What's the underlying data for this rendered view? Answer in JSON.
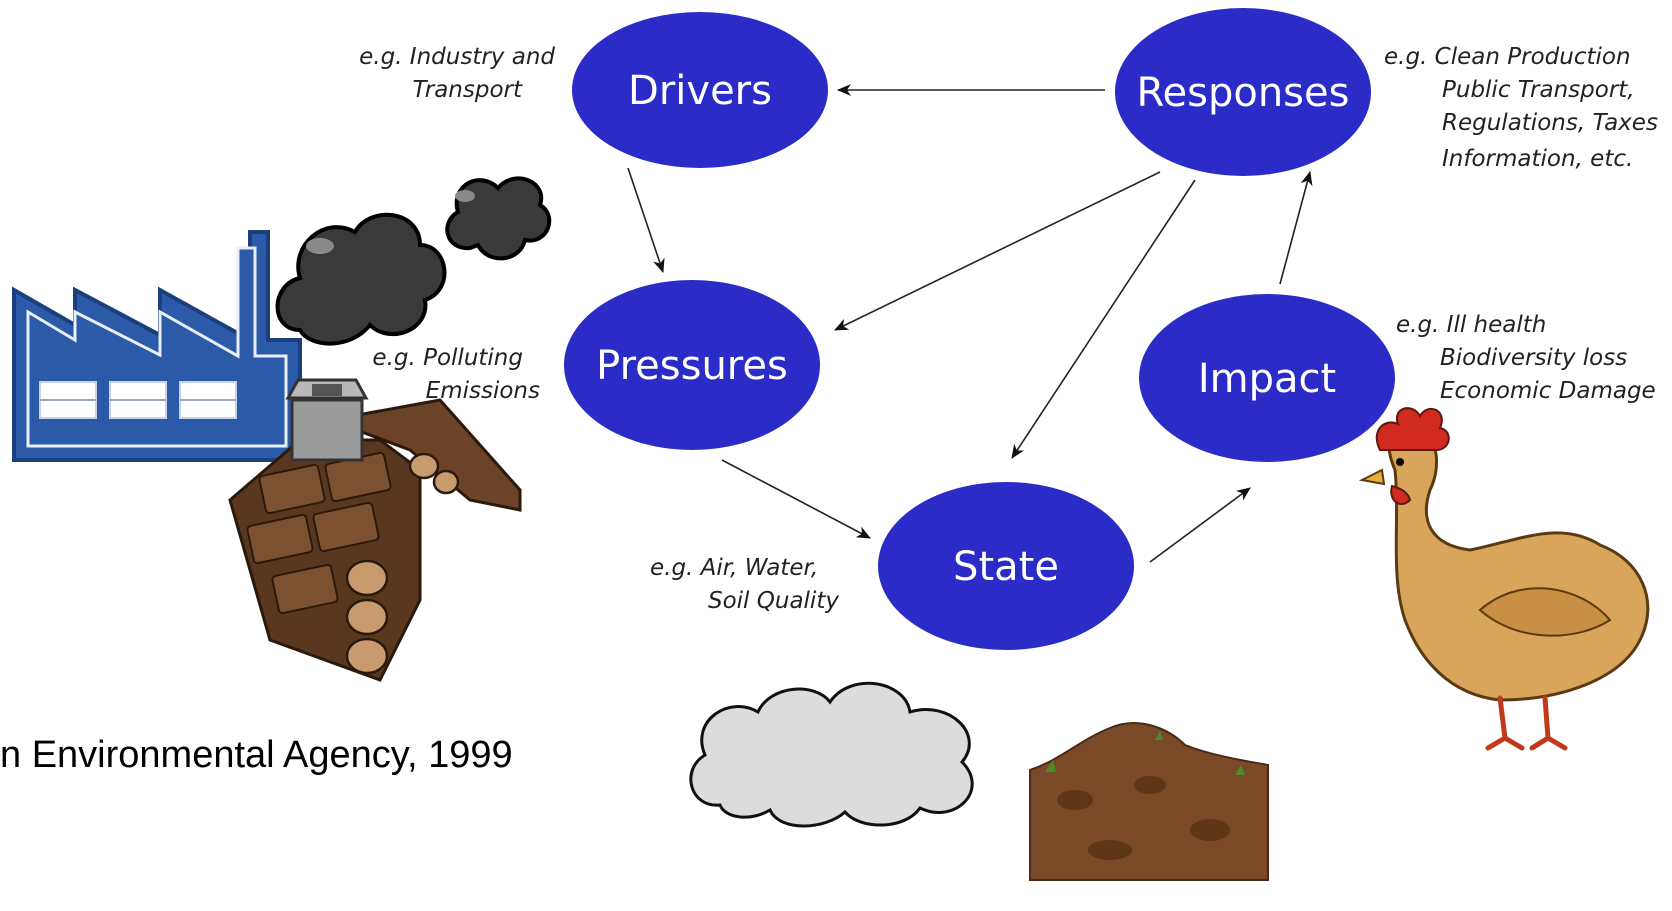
{
  "nodes": {
    "drivers": "Drivers",
    "pressures": "Pressures",
    "state": "State",
    "impact": "Impact",
    "responses": "Responses"
  },
  "examples": {
    "drivers": [
      "e.g. Industry and",
      "Transport"
    ],
    "pressures": [
      "e.g. Polluting",
      "Emissions"
    ],
    "state": [
      "e.g. Air, Water,",
      "Soil Quality"
    ],
    "impact": [
      "e.g. Ill health",
      "Biodiversity loss",
      "Economic Damage"
    ],
    "responses": [
      "e.g. Clean Production",
      "Public Transport,",
      "Regulations, Taxes",
      "Information, etc."
    ]
  },
  "caption": "n Environmental Agency, 1999",
  "colors": {
    "node_fill": "#2b2bc8",
    "factory": "#2a5aa8",
    "smoke": "#3a3a3a",
    "wood": "#6b4328",
    "hen": "#d9a55a",
    "comb": "#d22a1e",
    "cloud": "#dcdcdc",
    "soil": "#7a4a28"
  },
  "icons": [
    "factory-icon",
    "smoke-icon",
    "wooden-chimney-icon",
    "cloud-icon",
    "soil-pile-icon",
    "chicken-icon"
  ]
}
